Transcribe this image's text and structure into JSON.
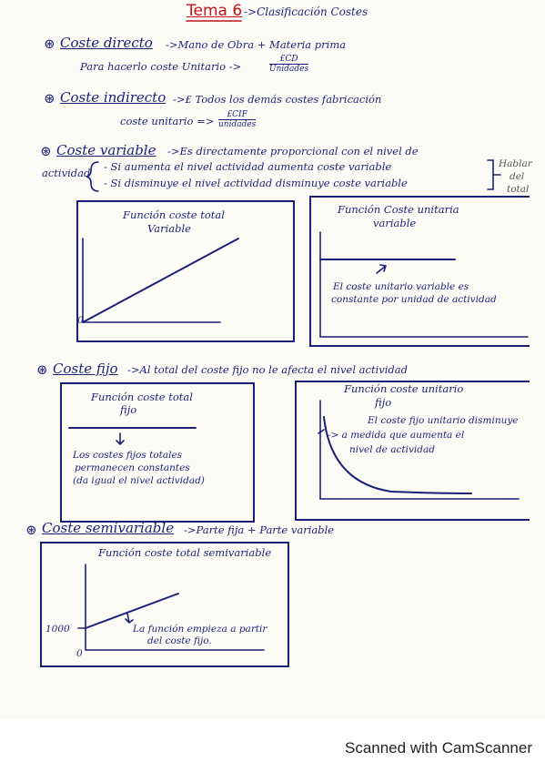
{
  "header": {
    "title": "Tema 6",
    "subtitle": "->Clasificación Costes"
  },
  "coste_directo": {
    "bullet": "⊛",
    "heading": "Coste directo",
    "definition": "->Mano de Obra + Materia prima",
    "unit_text": "Para hacerlo coste Unitario ->",
    "formula_num": "£CD",
    "formula_den": "Unidades"
  },
  "coste_indirecto": {
    "bullet": "⊛",
    "heading": "Coste indirecto",
    "definition": "->£ Todos los demás costes fabricación",
    "unit_text": "coste unitario =>",
    "formula_num": "£CIF",
    "formula_den": "unidades"
  },
  "coste_variable": {
    "bullet": "⊛",
    "heading": "Coste variable",
    "definition": "->Es directamente proporcional con el nivel de",
    "actividad_label": "actividad",
    "case_1": "- Si aumenta el nivel actividad aumenta coste variable",
    "case_2": "- Si disminuye el nivel actividad disminuye coste variable",
    "side_note": [
      "Hablar",
      "del",
      "total"
    ],
    "box_total": {
      "title_1": "Función coste total",
      "title_2": "Variable",
      "origin": "0"
    },
    "box_unit": {
      "title_1": "Función Coste unitaria",
      "title_2": "variable",
      "note_1": "El coste unitario variable es",
      "note_2": "constante por unidad de actividad"
    }
  },
  "coste_fijo": {
    "bullet": "⊛",
    "heading": "Coste fijo",
    "definition": "->Al total del coste fijo no le afecta el nivel actividad",
    "box_total": {
      "title_1": "Función coste total",
      "title_2": "fijo",
      "note_1": "Los costes fijos totales",
      "note_2": "permanecen constantes",
      "note_3": "(da igual el nivel actividad)"
    },
    "box_unit": {
      "title_1": "Función coste unitario",
      "title_2": "fijo",
      "note_1": "El coste fijo unitario disminuye",
      "note_2": "-> a medida que aumenta el",
      "note_3": "nivel de actividad"
    }
  },
  "coste_semivariable": {
    "bullet": "⊛",
    "heading": "Coste semivariable",
    "definition": "->Parte fija + Parte variable",
    "box": {
      "title": "Función coste total semivariable",
      "y_label": "1000",
      "origin": "0",
      "note_1": "La función empieza a partir",
      "note_2": "del coste fijo."
    }
  },
  "footer": {
    "scanner_text": "Scanned with CamScanner"
  }
}
